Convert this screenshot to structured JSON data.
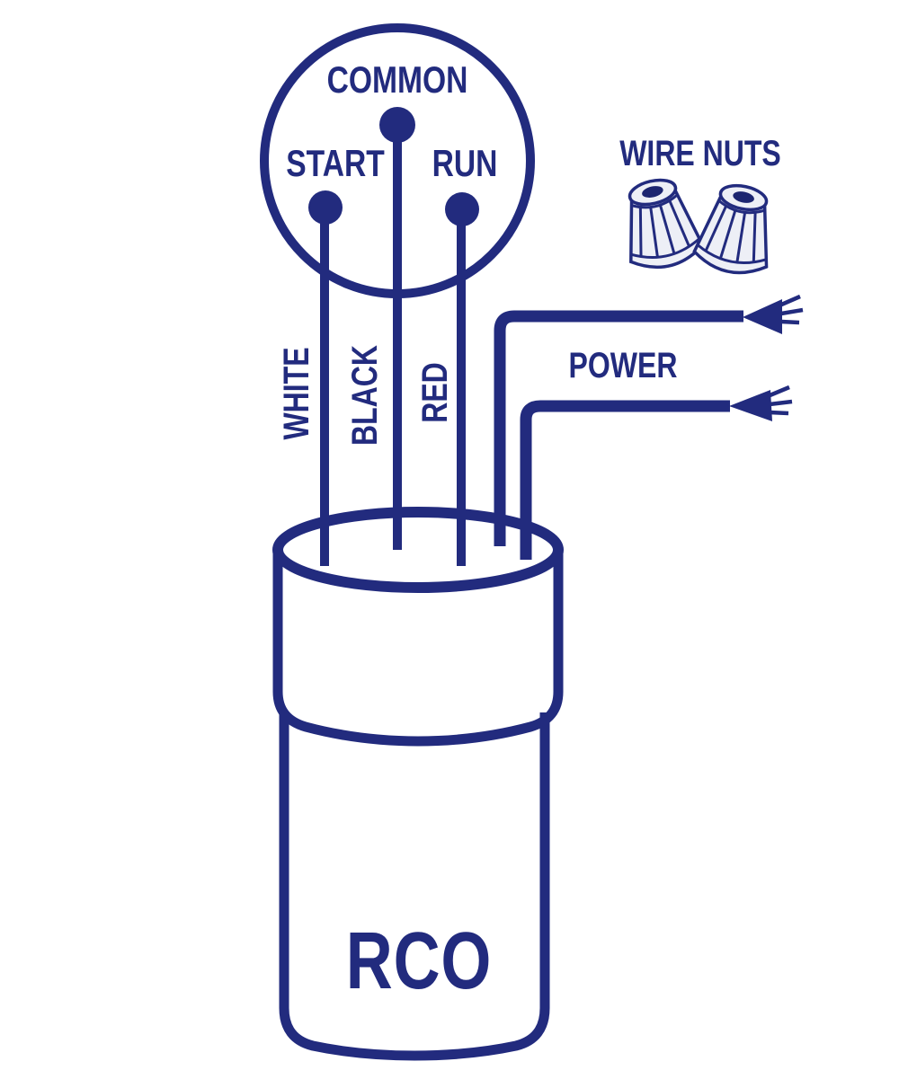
{
  "colors": {
    "ink": "#222b7e",
    "background": "#ffffff",
    "nut_fill": "#edeff6",
    "hole": "#1c2570"
  },
  "motor_terminals": {
    "common_label": "COMMON",
    "start_label": "START",
    "run_label": "RUN"
  },
  "wire_labels": {
    "white": "WHITE",
    "black": "BLACK",
    "red": "RED"
  },
  "power_label": "POWER",
  "wire_nuts_label": "WIRE NUTS",
  "device_label": "RCO",
  "icons": {
    "terminal_circle": "motor-terminal-circle",
    "terminal_dot": "terminal-dot",
    "wire_nut": "wire-nut-icon",
    "stripped_wire_end": "stripped-wire-end-icon",
    "canister": "capacitor-canister"
  }
}
